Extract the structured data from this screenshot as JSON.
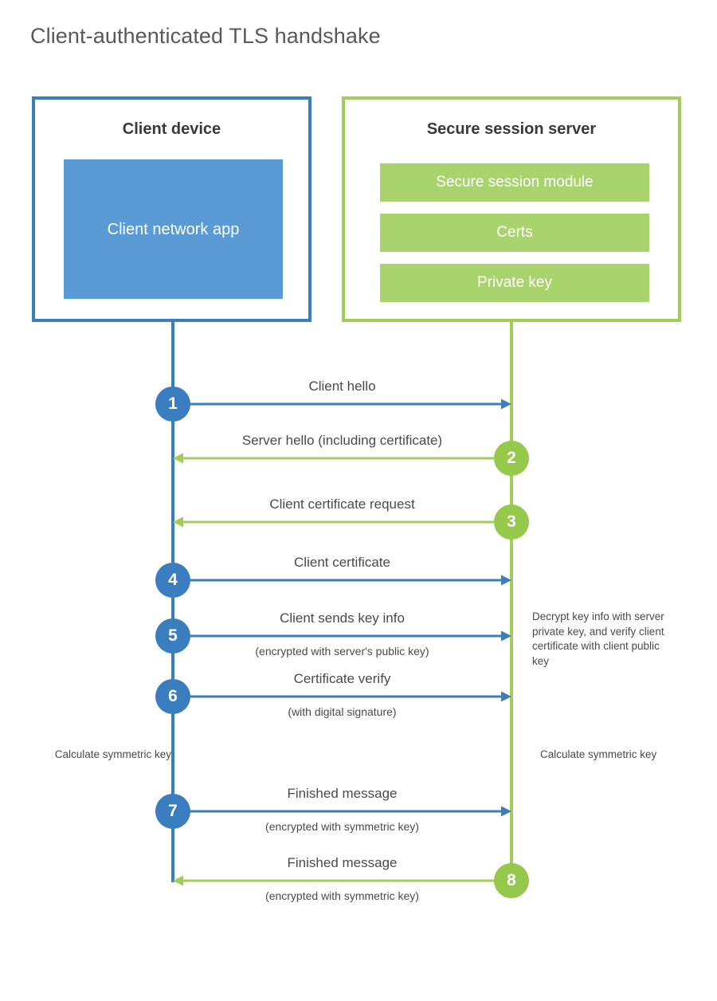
{
  "title": "Client-authenticated TLS handshake",
  "colors": {
    "client_blue": "#3a7ebf",
    "client_app_fill": "#5b9bd5",
    "server_green": "#a2ce56",
    "server_circle_green": "#96c84b",
    "server_sub_fill": "#a9d36d",
    "text": "#4a4a4c",
    "title_text": "#58595b"
  },
  "client": {
    "title": "Client device",
    "app_label": "Client network app"
  },
  "server": {
    "title": "Secure session server",
    "components": [
      "Secure session module",
      "Certs",
      "Private key"
    ]
  },
  "steps": [
    {
      "number": "1",
      "label": "Client hello",
      "sublabel": "",
      "direction": "client-to-server",
      "origin": "client"
    },
    {
      "number": "2",
      "label": "Server hello (including certificate)",
      "sublabel": "",
      "direction": "server-to-client",
      "origin": "server"
    },
    {
      "number": "3",
      "label": "Client certificate request",
      "sublabel": "",
      "direction": "server-to-client",
      "origin": "server"
    },
    {
      "number": "4",
      "label": "Client certificate",
      "sublabel": "",
      "direction": "client-to-server",
      "origin": "client"
    },
    {
      "number": "5",
      "label": "Client sends key info",
      "sublabel": "(encrypted with server's public key)",
      "direction": "client-to-server",
      "origin": "client"
    },
    {
      "number": "6",
      "label": "Certificate verify",
      "sublabel": "(with digital signature)",
      "direction": "client-to-server",
      "origin": "client"
    },
    {
      "number": "7",
      "label": "Finished message",
      "sublabel": "(encrypted with symmetric key)",
      "direction": "client-to-server",
      "origin": "client"
    },
    {
      "number": "8",
      "label": "Finished message",
      "sublabel": "(encrypted with symmetric key)",
      "direction": "server-to-client",
      "origin": "server"
    }
  ],
  "notes": {
    "server_decrypt": "Decrypt key info with server private key, and verify client certificate with client public key",
    "client_symmetric_key": "Calculate symmetric key",
    "server_symmetric_key": "Calculate symmetric key"
  }
}
